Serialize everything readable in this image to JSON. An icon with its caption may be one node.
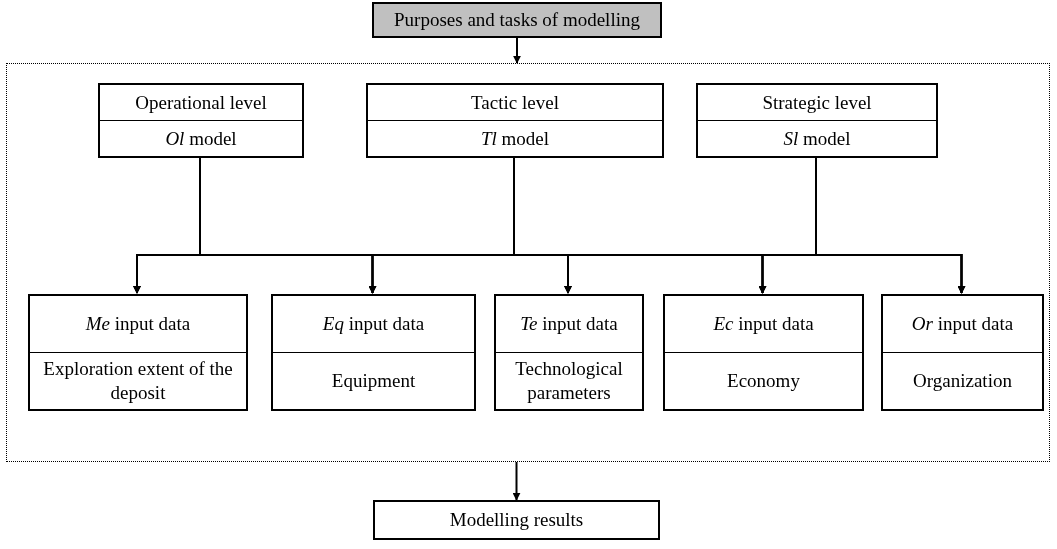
{
  "diagram": {
    "nodes": [
      {
        "text": [
          "Purposes and tasks of modelling"
        ]
      },
      {
        "text": [],
        "shape": "box"
      },
      {
        "text": [
          "Operational level",
          "*Ol* model"
        ],
        "in": 1
      },
      {
        "text": [
          "Tactic level",
          "*Tl* model"
        ],
        "in": 1
      },
      {
        "text": [
          "Strategic level",
          "*Sl* model"
        ],
        "in": 1
      },
      {
        "text": [
          "*Me* input data",
          "Exploration extent of the deposit"
        ],
        "in": 1
      },
      {
        "text": [
          "*Eq* input data",
          "Equipment"
        ],
        "in": 1
      },
      {
        "text": [
          "*Te* input data",
          "Technological parameters"
        ],
        "in": 1
      },
      {
        "text": [
          "*Ec* input data",
          "Economy"
        ],
        "in": 1
      },
      {
        "text": [
          "*Or* input data",
          "Organization"
        ],
        "in": 1
      },
      {
        "text": [
          "Modelling results"
        ]
      }
    ],
    "edges": [
      {
        "from": 0,
        "to": 1,
        "arrow": "to"
      },
      {
        "from": 2,
        "to": 5,
        "arrow": "to"
      },
      {
        "from": 2,
        "to": 6,
        "arrow": "to"
      },
      {
        "from": 2,
        "to": 7,
        "arrow": "to"
      },
      {
        "from": 2,
        "to": 8,
        "arrow": "to"
      },
      {
        "from": 2,
        "to": 9,
        "arrow": "to"
      },
      {
        "from": 3,
        "to": 5,
        "arrow": "to"
      },
      {
        "from": 3,
        "to": 6,
        "arrow": "to"
      },
      {
        "from": 3,
        "to": 7,
        "arrow": "to"
      },
      {
        "from": 3,
        "to": 8,
        "arrow": "to"
      },
      {
        "from": 3,
        "to": 9,
        "arrow": "to"
      },
      {
        "from": 4,
        "to": 5,
        "arrow": "to"
      },
      {
        "from": 4,
        "to": 6,
        "arrow": "to"
      },
      {
        "from": 4,
        "to": 7,
        "arrow": "to"
      },
      {
        "from": 4,
        "to": 8,
        "arrow": "to"
      },
      {
        "from": 4,
        "to": 9,
        "arrow": "to"
      },
      {
        "from": 1,
        "to": 10,
        "arrow": "to"
      }
    ]
  }
}
